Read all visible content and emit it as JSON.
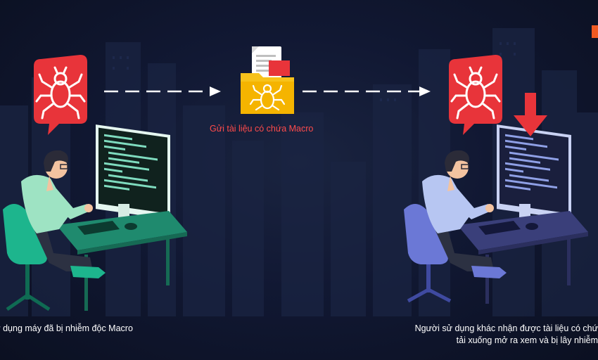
{
  "scene": {
    "transfer_label": "Gửi tài liệu có chứa Macro",
    "caption_left": "sử dụng máy đã bị nhiễm độc Macro",
    "caption_right_line1": "Người sử dụng khác nhận được tài liệu có chứ",
    "caption_right_line2": "tải xuống mở ra xem và bị lây nhiễm"
  },
  "colors": {
    "background": "#0f1630",
    "virus_badge": "#e8343a",
    "folder": "#f7c21b",
    "folder_tab": "#e8343a",
    "arrow": "#ffffff",
    "label_red": "#ff4b4b",
    "left_desk": "#1f8a6e",
    "left_shirt": "#9ee3c3",
    "right_desk": "#3a3f7a",
    "right_shirt": "#b7c6f2",
    "download_arrow": "#e8343a",
    "brand": "#f05a22"
  },
  "icons": {
    "virus": "bug-icon",
    "folder": "folder-icon",
    "document": "document-icon",
    "download": "download-arrow-icon"
  }
}
